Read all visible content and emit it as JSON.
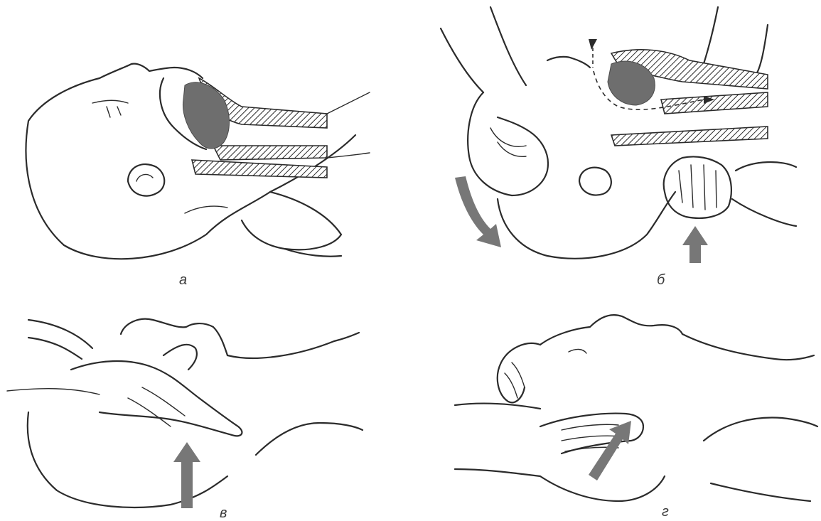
{
  "figure": {
    "panels": [
      {
        "id": "a",
        "label": "а"
      },
      {
        "id": "b",
        "label": "б"
      },
      {
        "id": "v",
        "label": "в"
      },
      {
        "id": "g",
        "label": "г"
      }
    ],
    "colors": {
      "line": "#2b2b2b",
      "tongue": "#6e6e6e",
      "arrow": "#777777",
      "background": "#ffffff"
    }
  }
}
